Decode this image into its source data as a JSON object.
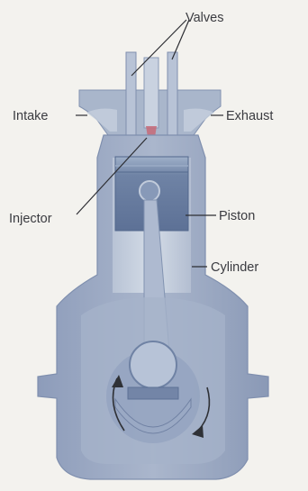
{
  "diagram": {
    "labels": {
      "valves": "Valves",
      "intake": "Intake",
      "exhaust": "Exhaust",
      "injector": "Injector",
      "piston": "Piston",
      "cylinder": "Cylinder"
    },
    "colors": {
      "background": "#f3f2ee",
      "engine_body": "#9eacc5",
      "engine_shadow": "#7f8fae",
      "cylinder_bore": "#c3cddc",
      "piston": "#6f83a5",
      "accent_red": "#c76a78",
      "leader_line": "#2d2e33"
    }
  }
}
